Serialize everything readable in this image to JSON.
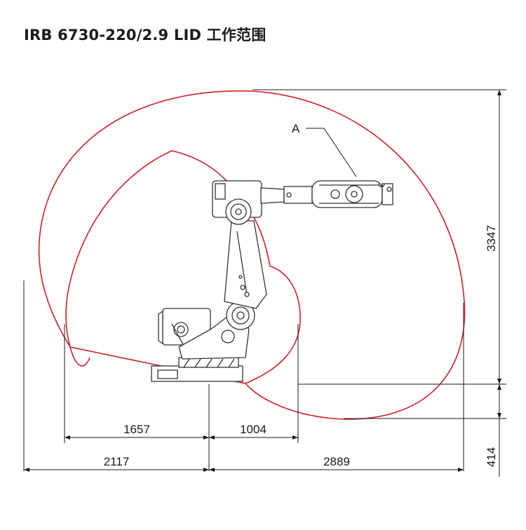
{
  "title": "IRB 6730-220/2.9 LID 工作范围",
  "point_label": "A",
  "dimensions": {
    "reach_inner_left": "1657",
    "reach_inner_right": "1004",
    "reach_outer_left": "2117",
    "reach_outer_right": "2889",
    "height_top": "3347",
    "height_bottom": "414"
  },
  "colors": {
    "envelope": "#d0202a",
    "lines": "#1a1a1a",
    "robot": "#333333"
  }
}
